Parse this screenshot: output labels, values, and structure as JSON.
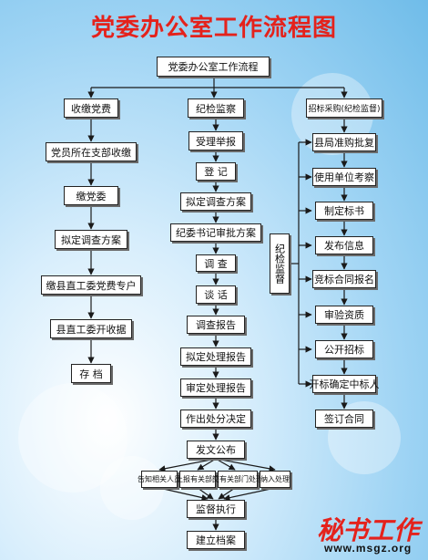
{
  "title": "党委办公室工作流程图",
  "root": "党委办公室工作流程",
  "col1": {
    "header": "收缴党费",
    "steps": [
      "党员所在支部收缴",
      "缴党委",
      "拟定调查方案",
      "缴县直工委党费专户",
      "县直工委开收据",
      "存 档"
    ]
  },
  "col2": {
    "header": "纪检监察",
    "steps": [
      "受理举报",
      "登 记",
      "拟定调查方案",
      "纪委书记审批方案",
      "调 查",
      "谈 话",
      "调查报告",
      "拟定处理报告",
      "审定处理报告",
      "作出处分决定",
      "发文公布"
    ],
    "branches": [
      "告知相关人员",
      "上报有关部门",
      "交有关部门处理",
      "纳入处理"
    ],
    "final": [
      "监督执行",
      "建立档案"
    ]
  },
  "col3": {
    "header": "招标采购(纪检监督)",
    "side": "纪检监督",
    "steps": [
      "县局准购批复",
      "使用单位考察",
      "制定标书",
      "发布信息",
      "竞标合同报名",
      "审验资质",
      "公开招标",
      "开标确定中标人",
      "签订合同"
    ]
  },
  "logo": {
    "text": "秘书工作",
    "url": "www.msgz.org"
  },
  "colors": {
    "title": "#e4221c",
    "line": "#1a1a1a",
    "box_fill": "#ffffff"
  }
}
